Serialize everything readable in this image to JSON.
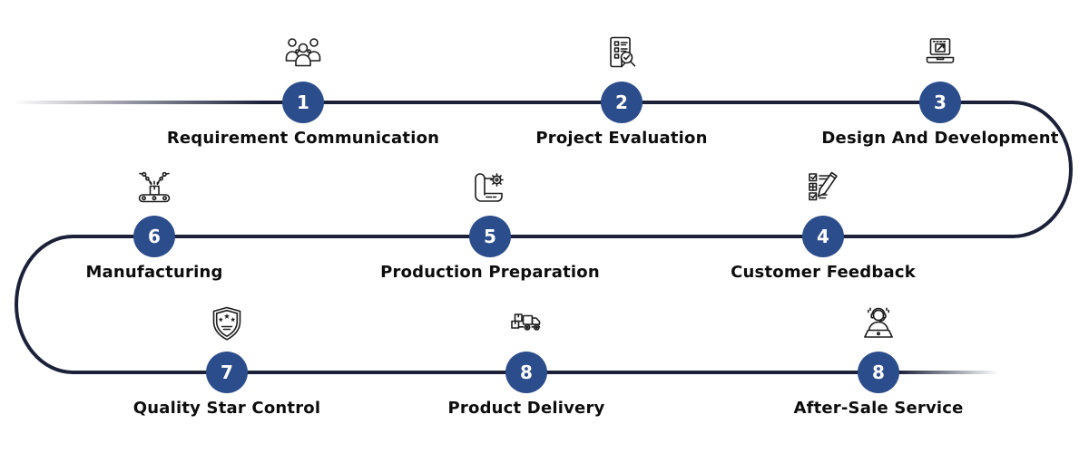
{
  "theme": {
    "background": "#ffffff",
    "line_color": "#1b2139",
    "circle_color": "#2c4d8c",
    "label_color": "#0d0d0d",
    "icon_color": "#1d1d1d"
  },
  "steps": [
    {
      "number": "1",
      "label": "Requirement Communication",
      "icon": "team-communication-icon"
    },
    {
      "number": "2",
      "label": "Project Evaluation",
      "icon": "evaluation-checklist-magnifier-icon"
    },
    {
      "number": "3",
      "label": "Design And Development",
      "icon": "laptop-design-icon"
    },
    {
      "number": "4",
      "label": "Customer Feedback",
      "icon": "feedback-checklist-pencil-icon"
    },
    {
      "number": "5",
      "label": "Production Preparation",
      "icon": "blueprint-gear-icon"
    },
    {
      "number": "6",
      "label": "Manufacturing",
      "icon": "robotic-welding-conveyor-icon"
    },
    {
      "number": "7",
      "label": "Quality Star Control",
      "icon": "shield-stars-icon"
    },
    {
      "number": "8",
      "label": "Product Delivery",
      "icon": "delivery-truck-boxes-icon"
    },
    {
      "number": "8",
      "label": "After-Sale Service",
      "icon": "support-agent-headset-icon"
    }
  ]
}
